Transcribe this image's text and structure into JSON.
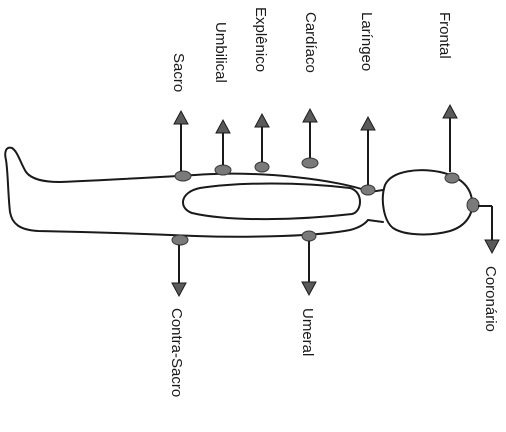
{
  "diagram": {
    "labels": {
      "frontal": "Frontal",
      "laringeo": "Laríngeo",
      "cardiaco": "Cardíaco",
      "esplenico": "Explênico",
      "umbilical": "Umbilical",
      "sacro": "Sacro",
      "coronario": "Coronário",
      "umeral": "Umeral",
      "contra_sacro": "Contra-Sacro"
    },
    "colors": {
      "ink": "#1a1a1a",
      "point": "#7a7a7a",
      "arrow": "#5a5a5a"
    }
  }
}
